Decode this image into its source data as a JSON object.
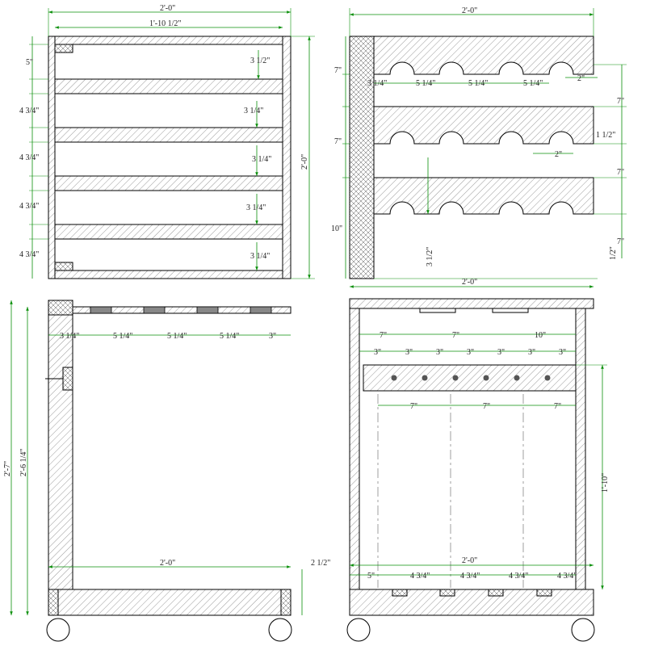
{
  "views": {
    "top_left": {
      "overall_width": "2'-0\"",
      "inner_width": "1'-10 1/2\"",
      "overall_height": "2'-0\"",
      "left_dims": [
        "5\"",
        "4 3/4\"",
        "4 3/4\"",
        "4 3/4\"",
        "4 3/4\""
      ],
      "right_dims": [
        "3 1/2\"",
        "3 1/4\"",
        "3 1/4\"",
        "3 1/4\"",
        "3 1/4\""
      ]
    },
    "top_right": {
      "overall_width": "2'-0\"",
      "slot_dims": [
        "3 1/4\"",
        "5 1/4\"",
        "5 1/4\"",
        "5 1/4\""
      ],
      "slot_gap": "2\"",
      "left_dims": [
        "7\"",
        "7\"",
        "10\""
      ],
      "right_dims": [
        "7\"",
        "1 1/2\"",
        "7\"",
        "7\"",
        "1/2\""
      ],
      "mid_gap": "2\"",
      "vertical_dim": "3 1/2\""
    },
    "bottom_left": {
      "top_dims": [
        "3 1/4\"",
        "5 1/4\"",
        "5 1/4\"",
        "5 1/4\"",
        "3\""
      ],
      "overall_height": "2'-7\"",
      "inner_height": "2'-6 1/4\"",
      "base_width": "2'-0\"",
      "base_height": "2 1/2\""
    },
    "bottom_right": {
      "overall_width": "2'-0\"",
      "top_dims": [
        "7\"",
        "7\"",
        "10\""
      ],
      "peg_dims": [
        "3\"",
        "3\"",
        "3\"",
        "3\"",
        "3\"",
        "3\"",
        "3\""
      ],
      "bay_dims": [
        "7\"",
        "7\"",
        "7\""
      ],
      "height_dim": "1'-10\"",
      "base_width": "2'-0\"",
      "base_dims": [
        "5\"",
        "4 3/4\"",
        "4 3/4\"",
        "4 3/4\"",
        "4 3/4\""
      ]
    }
  }
}
